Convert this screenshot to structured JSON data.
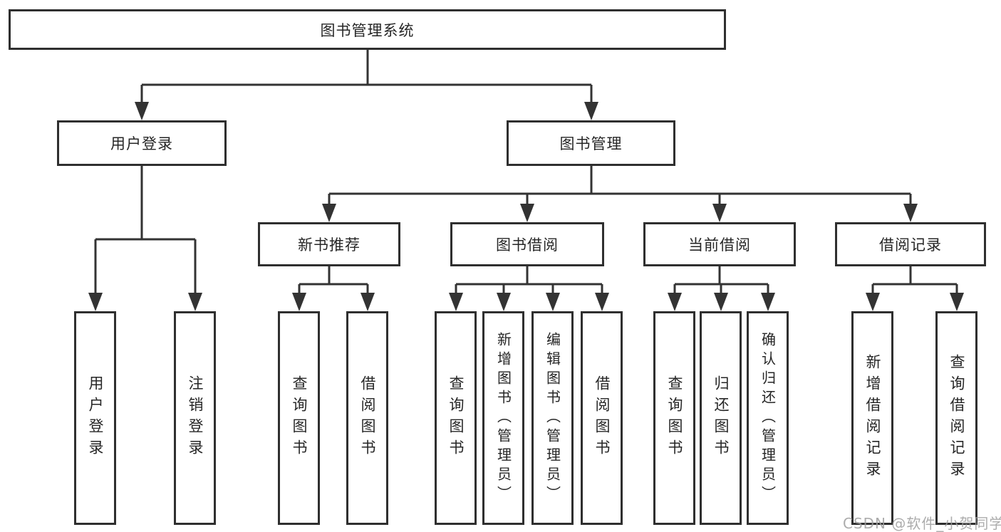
{
  "tree": {
    "label": "图书管理系统",
    "children": [
      {
        "label": "用户登录",
        "children": [
          {
            "label": "用户登录"
          },
          {
            "label": "注销登录"
          }
        ]
      },
      {
        "label": "图书管理",
        "children": [
          {
            "label": "新书推荐",
            "children": [
              {
                "label": "查询图书"
              },
              {
                "label": "借阅图书"
              }
            ]
          },
          {
            "label": "图书借阅",
            "children": [
              {
                "label": "查询图书"
              },
              {
                "label": "新增图书（管理员）"
              },
              {
                "label": "编辑图书（管理员）"
              },
              {
                "label": "借阅图书"
              }
            ]
          },
          {
            "label": "当前借阅",
            "children": [
              {
                "label": "查询图书"
              },
              {
                "label": "归还图书"
              },
              {
                "label": "确认归还（管理员）"
              }
            ]
          },
          {
            "label": "借阅记录",
            "children": [
              {
                "label": "新增借阅记录"
              },
              {
                "label": "查询借阅记录"
              }
            ]
          }
        ]
      }
    ]
  },
  "watermark": "CSDN @软件_小贺同学",
  "colors": {
    "background": "#ffffff",
    "box_border": "#2f2f2f",
    "connector_line": "#333333",
    "text": "#262626",
    "watermark_text": "#9e9e9e"
  }
}
